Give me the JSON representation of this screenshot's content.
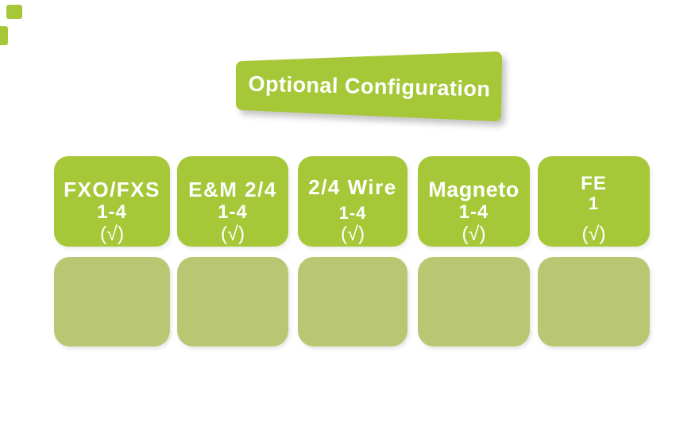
{
  "banner": {
    "label": "Optional Configuration"
  },
  "modules": [
    {
      "title": "FXO/FXS",
      "range": "1-4",
      "check": "(√)"
    },
    {
      "title": "E&M 2/4",
      "range": "1-4",
      "check": "(√)"
    },
    {
      "title": "2/4 Wire",
      "range": "1-4",
      "check": "(√)"
    },
    {
      "title": "Magneto",
      "range": "1-4",
      "check": "(√)"
    },
    {
      "title": "FE",
      "range": "1",
      "check": "(√)"
    }
  ],
  "empty_slot_count": 5,
  "colors": {
    "module_green": "#a6c838",
    "slot_olive": "#b9c773",
    "text": "#ffffff",
    "background": "#ffffff"
  }
}
